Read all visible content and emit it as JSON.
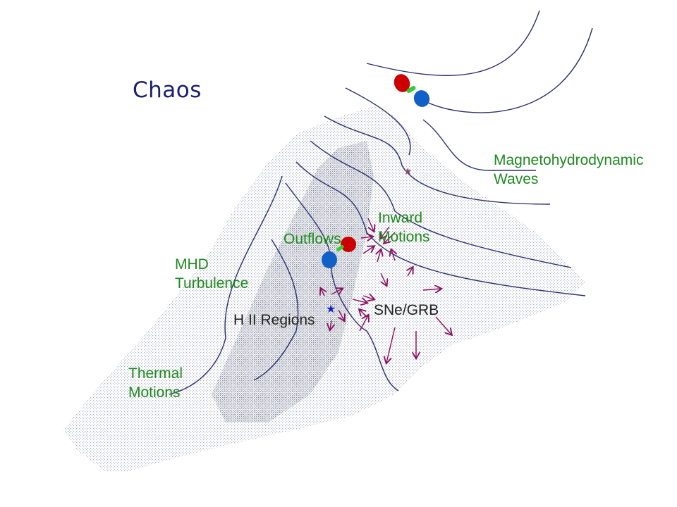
{
  "title": "Chaos",
  "labels": {
    "mhd_waves": "Magnetohydrodynamic\nWaves",
    "inward": "Inward\nMotions",
    "outflows": "Outflows",
    "mhd_turbulence": "MHD\nTurbulence",
    "sne_grb": "SNe/GRB",
    "hii_regions": "H II Regions",
    "thermal": "Thermal\nMotions"
  },
  "colors": {
    "title": "#1c2070",
    "label_green": "#1f8a1f",
    "field_lines": "#2a3070",
    "arrows": "#8a1060",
    "lobe_red": "#cc0000",
    "lobe_blue": "#1060c8",
    "jet_green": "#33cc33",
    "star_blue": "#1020c0",
    "stipple": "#9aa0b0"
  }
}
